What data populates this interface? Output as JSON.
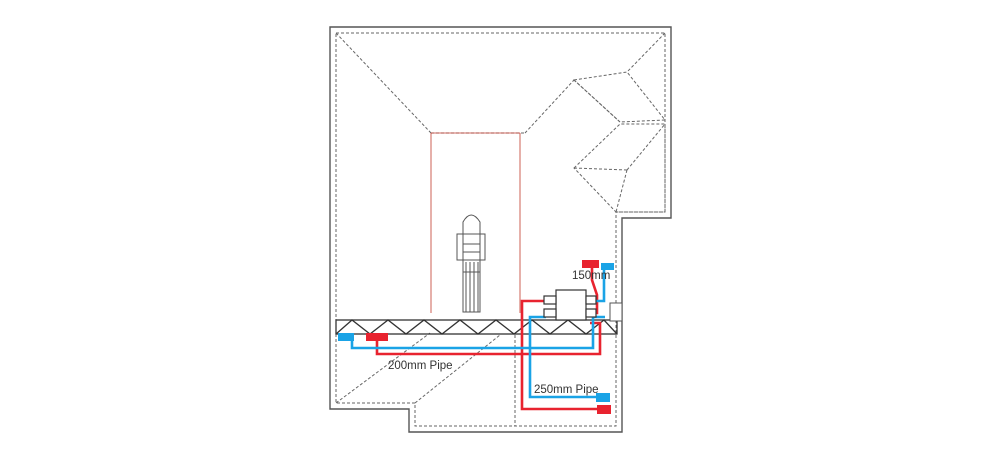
{
  "labels": {
    "pipe_200": "200mm Pipe",
    "pipe_150": "150mm",
    "pipe_250": "250mm Pipe"
  },
  "colors": {
    "outline": "#555555",
    "hidden_line": "#666666",
    "red_line": "#c0392b",
    "supply_pipe": "#e8232f",
    "extract_pipe": "#1aa3e6",
    "unit_fill": "#ffffff"
  }
}
